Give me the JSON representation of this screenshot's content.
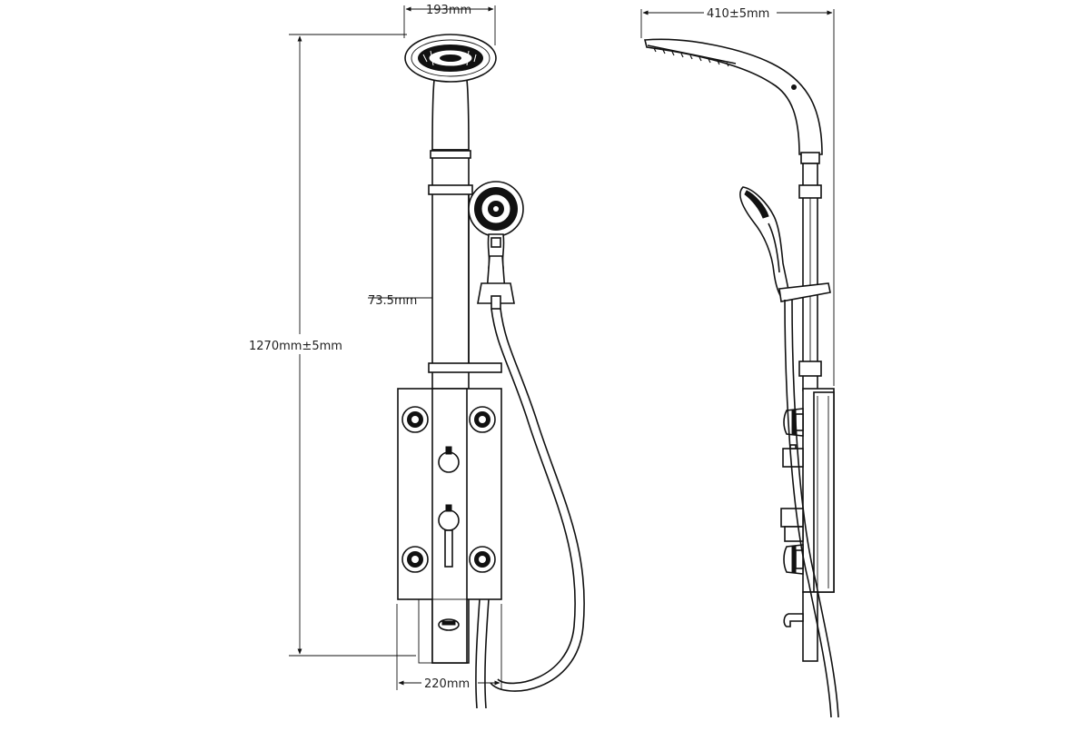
{
  "dimensions": {
    "top_width": "193mm",
    "height": "1270mm",
    "height_tol": "±5mm",
    "offset": "73.5mm",
    "panel_width": "220mm",
    "depth": "410±5mm"
  },
  "colors": {
    "line": "#111111",
    "background": "#ffffff"
  }
}
